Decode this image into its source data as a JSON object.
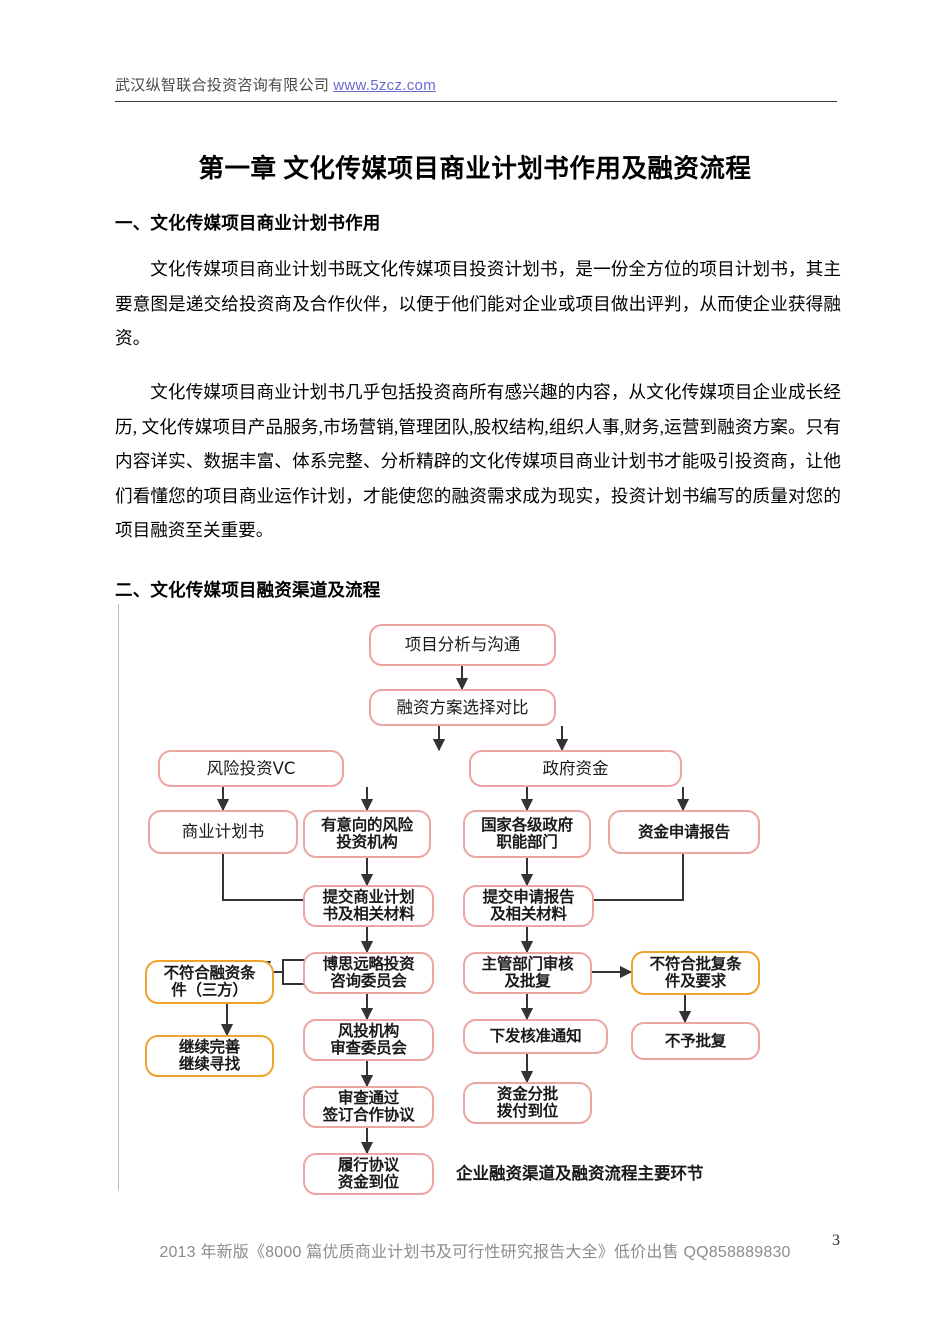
{
  "header": {
    "company": "武汉纵智联合投资咨询有限公司",
    "url": "www.5zcz.com"
  },
  "title": "第一章 文化传媒项目商业计划书作用及融资流程",
  "sections": [
    {
      "heading": "一、文化传媒项目商业计划书作用",
      "paragraph": "文化传媒项目商业计划书既文化传媒项目投资计划书，是一份全方位的项目计划书，其主要意图是递交给投资商及合作伙伴，以便于他们能对企业或项目做出评判，从而使企业获得融资。"
    },
    {
      "paragraph": "文化传媒项目商业计划书几乎包括投资商所有感兴趣的内容，从文化传媒项目企业成长经历, 文化传媒项目产品服务,市场营销,管理团队,股权结构,组织人事,财务,运营到融资方案。只有内容详实、数据丰富、体系完整、分析精辟的文化传媒项目商业计划书才能吸引投资商，让他们看懂您的项目商业运作计划，才能使您的融资需求成为现实，投资计划书编写的质量对您的项目融资至关重要。"
    },
    {
      "heading": "二、文化传媒项目融资渠道及流程"
    }
  ],
  "figure": {
    "caption": "企业融资渠道及融资流程主要环节",
    "colors": {
      "node_border": "#eca5a2",
      "node_border_alt": "#efa32c",
      "arrow": "#333333",
      "frame_rule": "#b9b9b9"
    },
    "nodes": [
      {
        "id": "n1",
        "label": "项目分析与沟通",
        "style": "pink",
        "size": "t1"
      },
      {
        "id": "n2",
        "label": "融资方案选择对比",
        "style": "pink",
        "size": "t1"
      },
      {
        "id": "n3",
        "label": "风险投资VC",
        "style": "pink",
        "size": "t1"
      },
      {
        "id": "n4",
        "label": "政府资金",
        "style": "pink",
        "size": "t1"
      },
      {
        "id": "n5",
        "label": "商业计划书",
        "style": "pink",
        "size": "t1"
      },
      {
        "id": "n6",
        "label": "有意向的风险\n投资机构",
        "style": "pink",
        "size": "t2"
      },
      {
        "id": "n7",
        "label": "国家各级政府\n职能部门",
        "style": "pink",
        "size": "t2"
      },
      {
        "id": "n8",
        "label": "资金申请报告",
        "style": "pink",
        "size": "t2"
      },
      {
        "id": "n9",
        "label": "提交商业计划\n书及相关材料",
        "style": "pink",
        "size": "t2"
      },
      {
        "id": "n10",
        "label": "提交申请报告\n及相关材料",
        "style": "pink",
        "size": "t2"
      },
      {
        "id": "n11",
        "label": "博思远略投资\n咨询委员会",
        "style": "pink",
        "size": "t2"
      },
      {
        "id": "n12",
        "label": "主管部门审核\n及批复",
        "style": "pink",
        "size": "t2"
      },
      {
        "id": "n13",
        "label": "不符合批复条\n件及要求",
        "style": "orange",
        "size": "t2"
      },
      {
        "id": "n14",
        "label": "不符合融资条\n件（三方）",
        "style": "orange",
        "size": "t2"
      },
      {
        "id": "n15",
        "label": "风投机构\n审查委员会",
        "style": "pink",
        "size": "t2"
      },
      {
        "id": "n16",
        "label": "下发核准通知",
        "style": "pink",
        "size": "t2"
      },
      {
        "id": "n17",
        "label": "不予批复",
        "style": "orange",
        "size": "t2"
      },
      {
        "id": "n18",
        "label": "继续完善\n继续寻找",
        "style": "orange",
        "size": "t2"
      },
      {
        "id": "n19",
        "label": "审查通过\n签订合作协议",
        "style": "pink",
        "size": "t2"
      },
      {
        "id": "n20",
        "label": "资金分批\n拨付到位",
        "style": "pink",
        "size": "t2"
      },
      {
        "id": "n21",
        "label": "履行协议\n资金到位",
        "style": "pink",
        "size": "t2"
      }
    ]
  },
  "footer": {
    "text": "2013 年新版《8000 篇优质商业计划书及可行性研究报告大全》低价出售  QQ858889830",
    "page_number": "3"
  }
}
